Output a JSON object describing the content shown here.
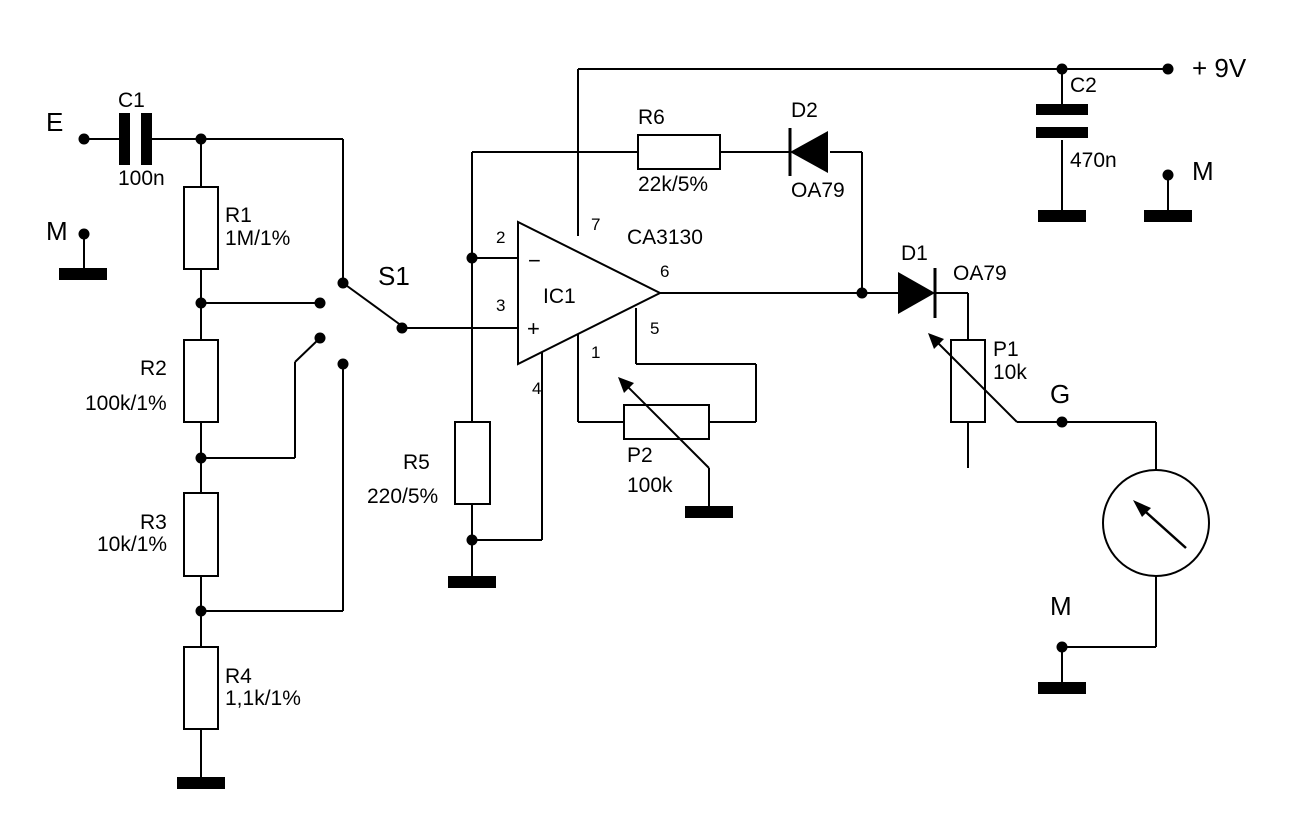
{
  "terminals": {
    "input": "E",
    "supply": "+ 9V",
    "meter": "G",
    "ground": "M"
  },
  "components": {
    "c1": {
      "ref": "C1",
      "value": "100n"
    },
    "c2": {
      "ref": "C2",
      "value": "470n"
    },
    "r1": {
      "ref": "R1",
      "value": "1M/1%"
    },
    "r2": {
      "ref": "R2",
      "value": "100k/1%"
    },
    "r3": {
      "ref": "R3",
      "value": "10k/1%"
    },
    "r4": {
      "ref": "R4",
      "value": "1,1k/1%"
    },
    "r5": {
      "ref": "R5",
      "value": "220/5%"
    },
    "r6": {
      "ref": "R6",
      "value": "22k/5%"
    },
    "p1": {
      "ref": "P1",
      "value": "10k"
    },
    "p2": {
      "ref": "P2",
      "value": "100k"
    },
    "d1": {
      "ref": "D1",
      "value": "OA79"
    },
    "d2": {
      "ref": "D2",
      "value": "OA79"
    },
    "s1": {
      "ref": "S1"
    },
    "ic1": {
      "ref": "IC1",
      "part": "CA3130",
      "minus": "−",
      "plus": "+",
      "pins": {
        "p1": "1",
        "p2": "2",
        "p3": "3",
        "p4": "4",
        "p5": "5",
        "p6": "6",
        "p7": "7"
      }
    }
  }
}
